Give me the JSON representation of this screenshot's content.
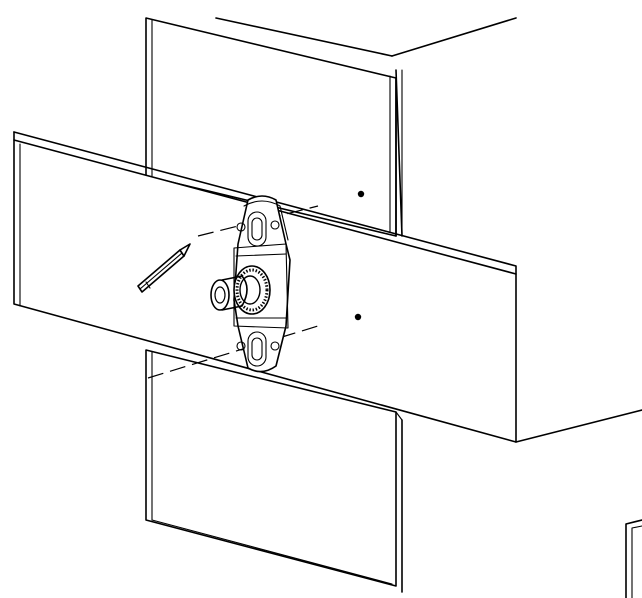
{
  "diagram": {
    "kind": "mounting-instruction-illustration",
    "line_color": "#000000",
    "background": "#ffffff",
    "parts": {
      "upper_cabinet": "upper-cabinet",
      "lower_cabinet": "lower-cabinet",
      "wall_rail": "wall-rail",
      "bracket": "hanging-bracket",
      "adjuster": "adjuster-knob",
      "pencil": "pencil-icon",
      "drill_marks": "drill-hole-marks"
    }
  }
}
